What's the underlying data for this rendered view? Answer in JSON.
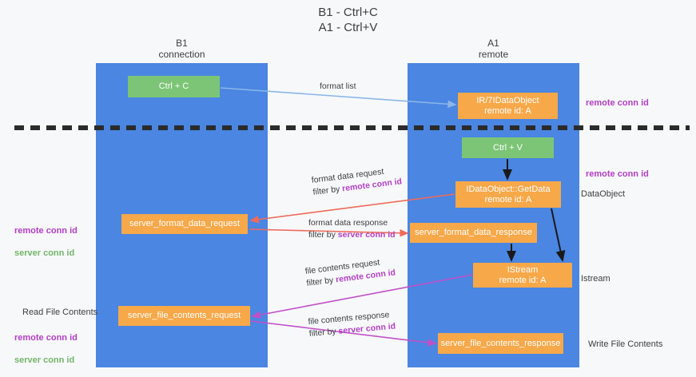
{
  "title": "B1 - Ctrl+C\nA1 - Ctrl+V",
  "lanes": [
    {
      "name": "lane-b1",
      "header": "B1\nconnection"
    },
    {
      "name": "lane-a1",
      "header": "A1\nremote"
    }
  ],
  "nodes": {
    "ctrl_c": "Ctrl + C",
    "idataobject": "IR/7IDataObject\nremote id: A",
    "ctrl_v": "Ctrl + V",
    "getdata": "IDataObject::GetData\nremote id: A",
    "server_format_data_request": "server_format_data_request",
    "server_format_data_response": "server_format_data_response",
    "istream": "IStream\nremote id: A",
    "server_file_contents_request": "server_file_contents_request",
    "server_file_contents_response": "server_file_contents_response"
  },
  "edge_labels": {
    "format_list": "format list",
    "format_data_request": "format data request",
    "format_data_request_filter_prefix": "filter by ",
    "format_data_request_filter_key": "remote conn id",
    "format_data_response": "format data response",
    "format_data_response_filter_prefix": "filter by ",
    "format_data_response_filter_key": "server conn id",
    "file_contents_request": "file contents request",
    "file_contents_request_filter_prefix": "filter by ",
    "file_contents_request_filter_key": "remote conn id",
    "file_contents_response": "file contents response",
    "file_contents_response_filter_prefix": "filter by ",
    "file_contents_response_filter_key": "server conn id"
  },
  "annotations": {
    "right_remote_conn_id_top": "remote conn id",
    "right_remote_conn_id_mid": "remote conn id",
    "right_dataobject": "DataObject",
    "right_istream": "Istream",
    "right_write_file_contents": "Write File Contents",
    "left_remote_conn_id": "remote conn id",
    "left_server_conn_id": "server conn id",
    "left_read_file_contents": "Read File Contents",
    "left_remote_conn_id_2": "remote conn id",
    "left_server_conn_id_2": "server conn id"
  },
  "colors": {
    "lane": "#4a86e2",
    "green_node": "#7cc576",
    "orange_node": "#f7a849",
    "purple_text": "#b23ec4",
    "green_text": "#74b56a",
    "blue_arrow": "#8ab6e8",
    "red_arrow": "#f06a5a",
    "magenta_arrow": "#c council",
    "dark_arrow": "#1a1a1a",
    "background": "#f7f8fa"
  }
}
